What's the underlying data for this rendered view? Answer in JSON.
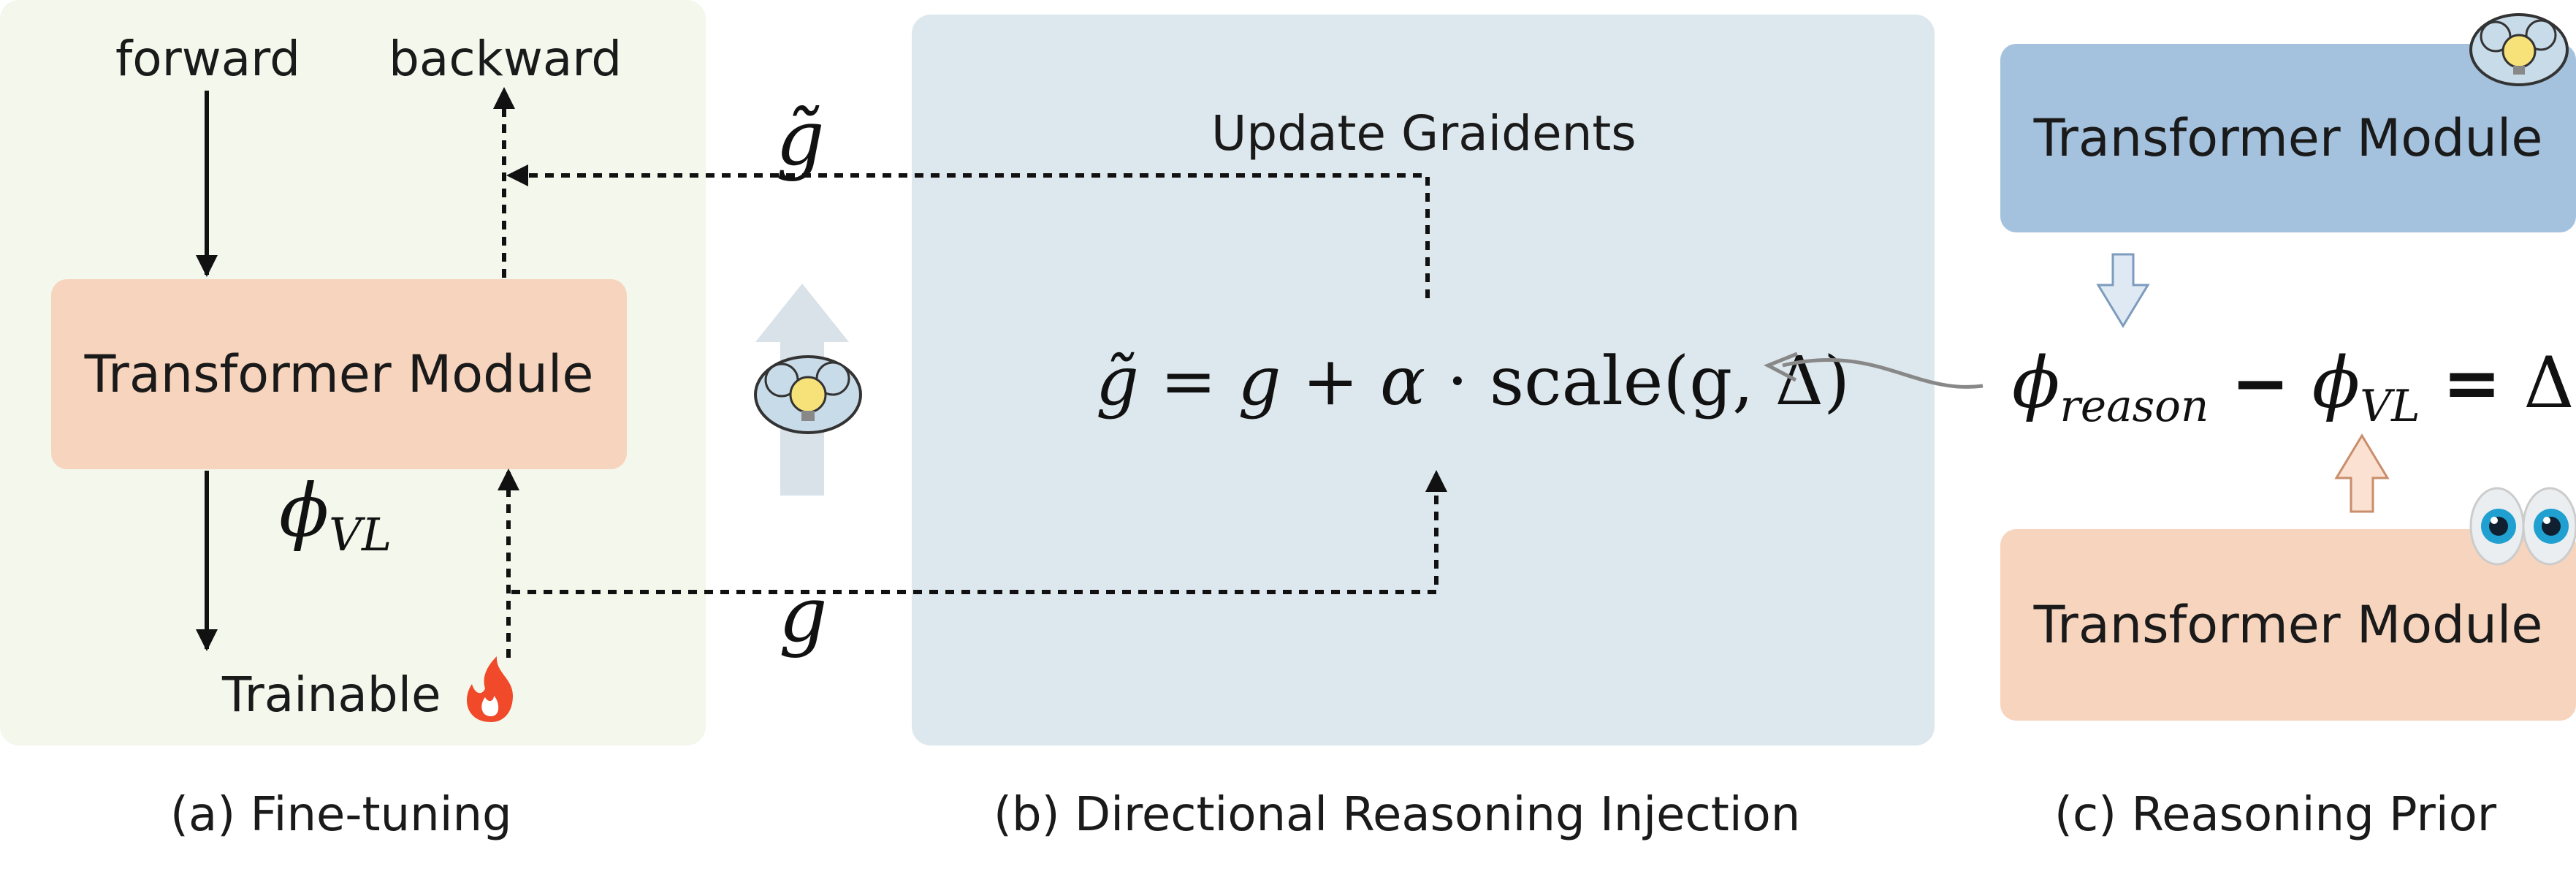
{
  "panel_a": {
    "forward_label": "forward",
    "backward_label": "backward",
    "module_label": "Transformer Module",
    "param_symbol": "ϕ",
    "param_subscript": "VL",
    "trainable_label": "Trainable",
    "caption": "(a) Fine-tuning"
  },
  "panel_b": {
    "update_label": "Update Graidents",
    "g_tilde": "g̃",
    "g": "g",
    "eq_lhs": "g̃",
    "eq_eq": "=",
    "eq_g": "g",
    "eq_plus": "+",
    "eq_alpha": "α",
    "eq_dot": "·",
    "eq_scale": "scale",
    "eq_args": "(g, Δ)",
    "caption": "(b) Directional Reasoning Injection"
  },
  "panel_c": {
    "top_module_label": "Transformer Module",
    "bottom_module_label": "Transformer Module",
    "phi": "ϕ",
    "reason_sub": "reason",
    "minus": "−",
    "vl_sub": "VL",
    "equals": "=",
    "delta": "Δ",
    "caption": "(c) Reasoning Prior"
  },
  "colors": {
    "finetune_bg": "#f3f7ec",
    "injection_bg": "#dde8ee",
    "module_orange": "#f7d4bd",
    "module_blue": "#a4c1dd",
    "fire": "#f04a2a",
    "upload_arrow": "#d8e2e8"
  }
}
